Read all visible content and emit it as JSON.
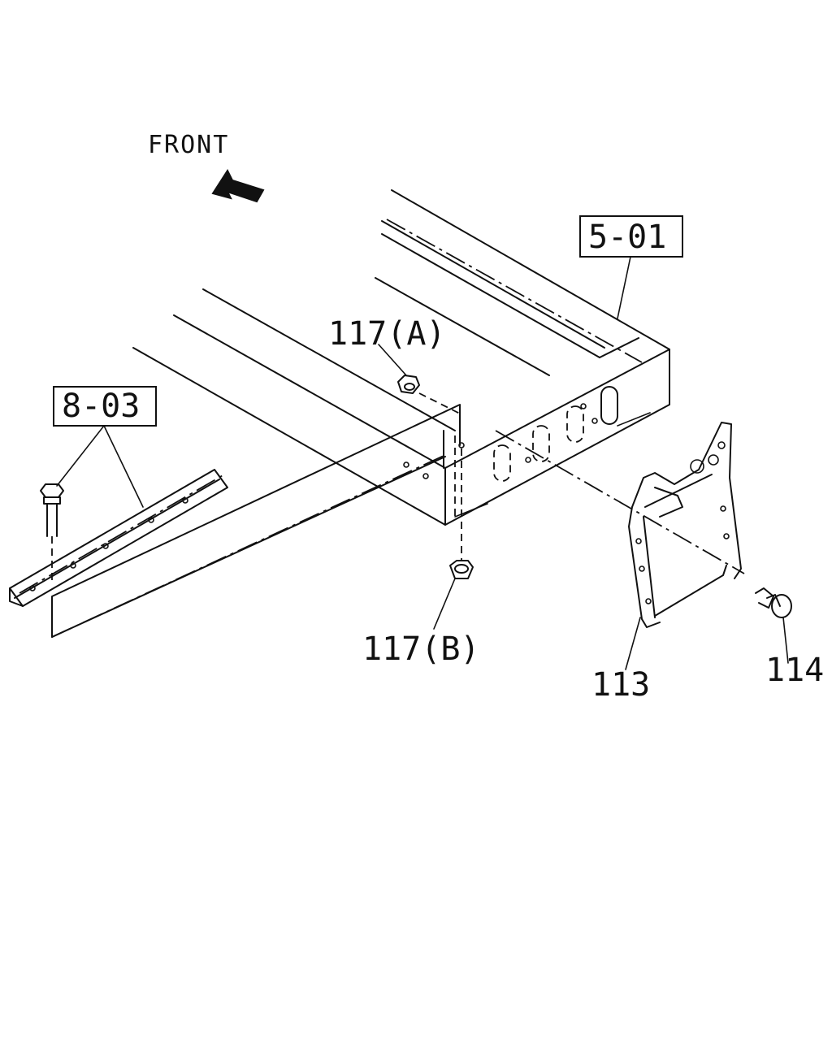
{
  "direction": {
    "label": "FRONT",
    "icon": "arrow-left-icon"
  },
  "references": [
    {
      "id": "ref-5-01",
      "label": "5-01"
    },
    {
      "id": "ref-8-03",
      "label": "8-03"
    }
  ],
  "callouts": {
    "p117a": "117(A)",
    "p117b": "117(B)",
    "p113": "113",
    "p114": "114"
  },
  "colors": {
    "line": "#111111",
    "background": "#ffffff"
  }
}
